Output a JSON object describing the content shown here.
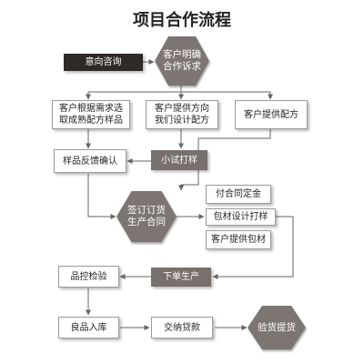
{
  "title": "项目合作流程",
  "colors": {
    "dark": "#2f2a28",
    "hexagon": "#7c7572",
    "label_fill": "#77706d",
    "line": "#666666"
  },
  "nodes": {
    "intent": "意向咨询",
    "confirm_line1": "客户明确",
    "confirm_line2": "合作诉求",
    "option_a_line1": "客户根据需求选",
    "option_a_line2": "取成熟配方样品",
    "option_b_line1": "客户提供方向",
    "option_b_line2": "我们设计配方",
    "option_c": "客户提供配方",
    "sample_feedback": "样品反馈确认",
    "trial": "小试打样",
    "contract_line1": "签订订货",
    "contract_line2": "生产合同",
    "deposit": "付合同定金",
    "packaging_design": "包材设计打样",
    "customer_packaging": "客户提供包材",
    "production": "下单生产",
    "qc": "品控检验",
    "storage": "良品入库",
    "payment": "交纳贷款",
    "delivery": "验货提货"
  }
}
